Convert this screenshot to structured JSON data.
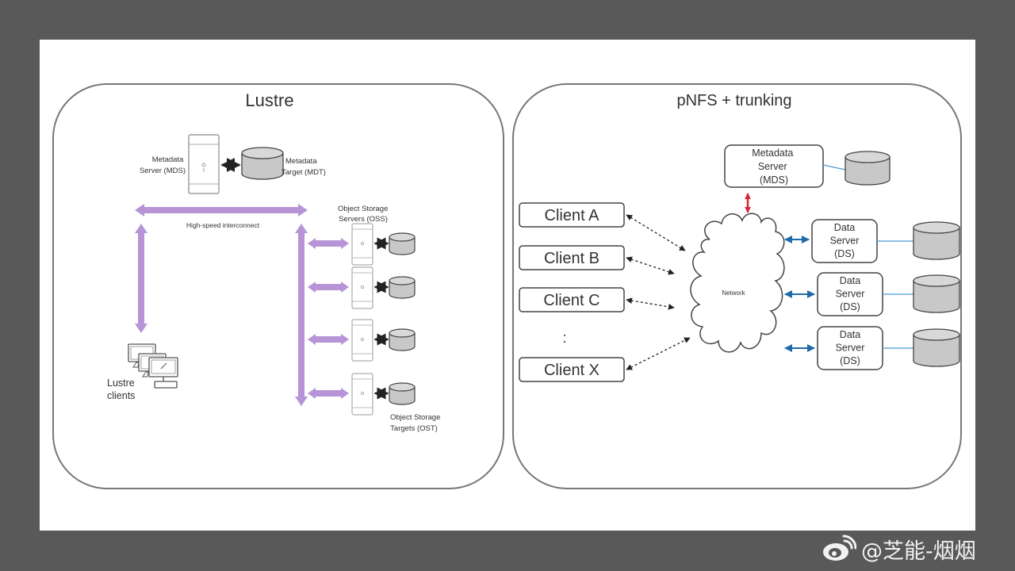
{
  "colors": {
    "frame": "#595959",
    "slide": "#ffffff",
    "interconnect": "#b794d6",
    "mds_link": "#d6243a",
    "ds_link": "#1f6aa8",
    "storage_line": "#4a9ad4",
    "disk_fill": "#c8c8c8"
  },
  "lustre": {
    "title": "Lustre",
    "mds_label": [
      "Metadata",
      "Server (MDS)"
    ],
    "mdt_label": [
      "Metadata",
      "Target (MDT)"
    ],
    "interconnect_label": "High-speed interconnect",
    "oss_label": [
      "Object Storage",
      "Servers (OSS)"
    ],
    "ost_label": [
      "Object Storage",
      "Targets (OST)"
    ],
    "clients_label": [
      "Lustre",
      "clients"
    ],
    "oss_count": 4
  },
  "pnfs": {
    "title": "pNFS + trunking",
    "mds_label": [
      "Metadata",
      "Server",
      "(MDS)"
    ],
    "network_label": "Network",
    "clients": [
      "Client A",
      "Client B",
      "Client C",
      "Client X"
    ],
    "ellipsis": ":",
    "data_servers": [
      [
        "Data",
        "Server",
        "(DS)"
      ],
      [
        "Data",
        "Server",
        "(DS)"
      ],
      [
        "Data",
        "Server",
        "(DS)"
      ]
    ]
  },
  "watermark": {
    "icon": "weibo-icon",
    "text": "@芝能-烟烟"
  }
}
